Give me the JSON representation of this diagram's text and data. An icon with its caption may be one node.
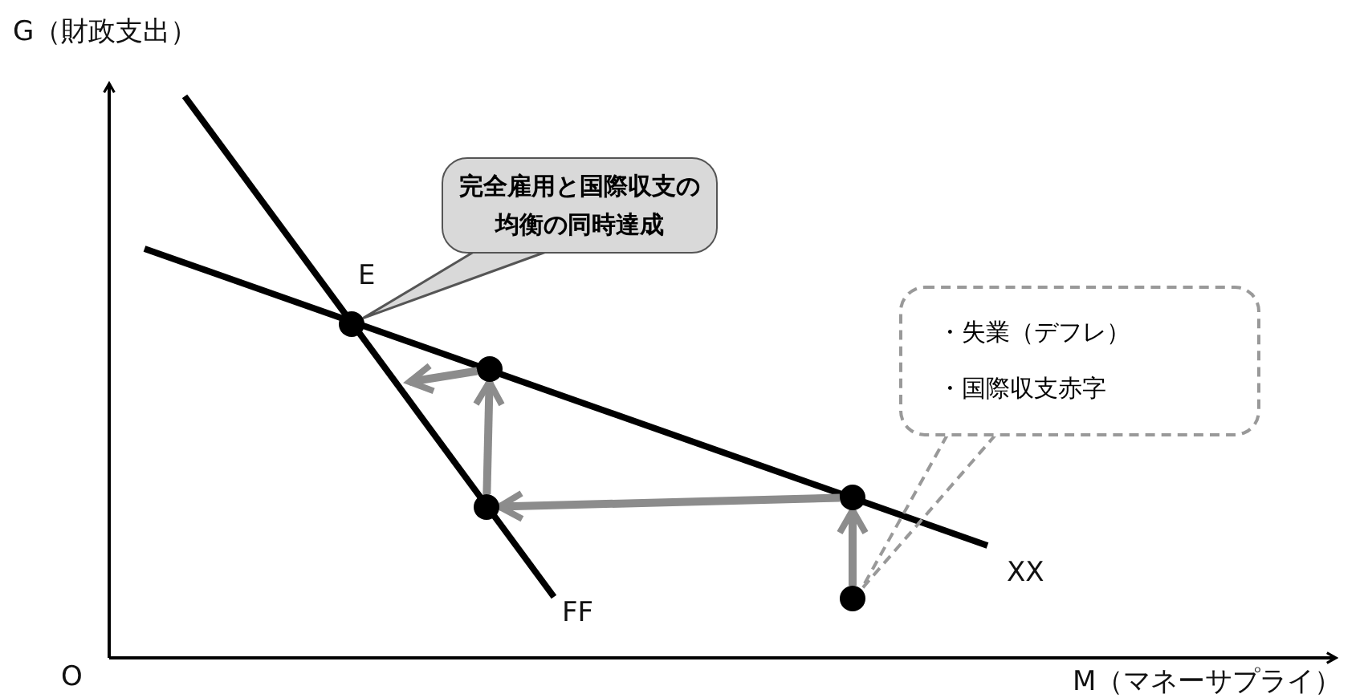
{
  "diagram": {
    "nodes": [
      {
        "text": [
          "完全雇用と国際収支の均衡の同時達成"
        ]
      },
      {
        "text": [],
        "shape": "circle",
        "beside": [
          "E"
        ]
      },
      {
        "text": [
          "・失業（デフレ）",
          "・国際収支赤字"
        ]
      },
      {
        "text": [],
        "shape": "circle"
      },
      {
        "text": [],
        "shape": "circle"
      },
      {
        "text": [],
        "shape": "circle"
      },
      {
        "text": [],
        "shape": "circle"
      }
    ],
    "edges": [
      {
        "from": 0,
        "to": 1,
        "arrow": "none"
      },
      {
        "from": 2,
        "to": 6,
        "arrow": "none",
        "style": "dashed"
      },
      {
        "from": 6,
        "to": 5,
        "arrow": "to",
        "color": "#8c8c8c"
      },
      {
        "from": 5,
        "to": 4,
        "arrow": "to",
        "color": "#8c8c8c"
      },
      {
        "from": 4,
        "to": 3,
        "arrow": "to",
        "color": "#8c8c8c"
      },
      {
        "from": 3,
        "to": null,
        "arrow": "to",
        "color": "#8c8c8c"
      }
    ],
    "labels": [
      "G（財政支出）",
      "XX",
      "FF",
      "O",
      "M（マネーサプライ）"
    ]
  }
}
